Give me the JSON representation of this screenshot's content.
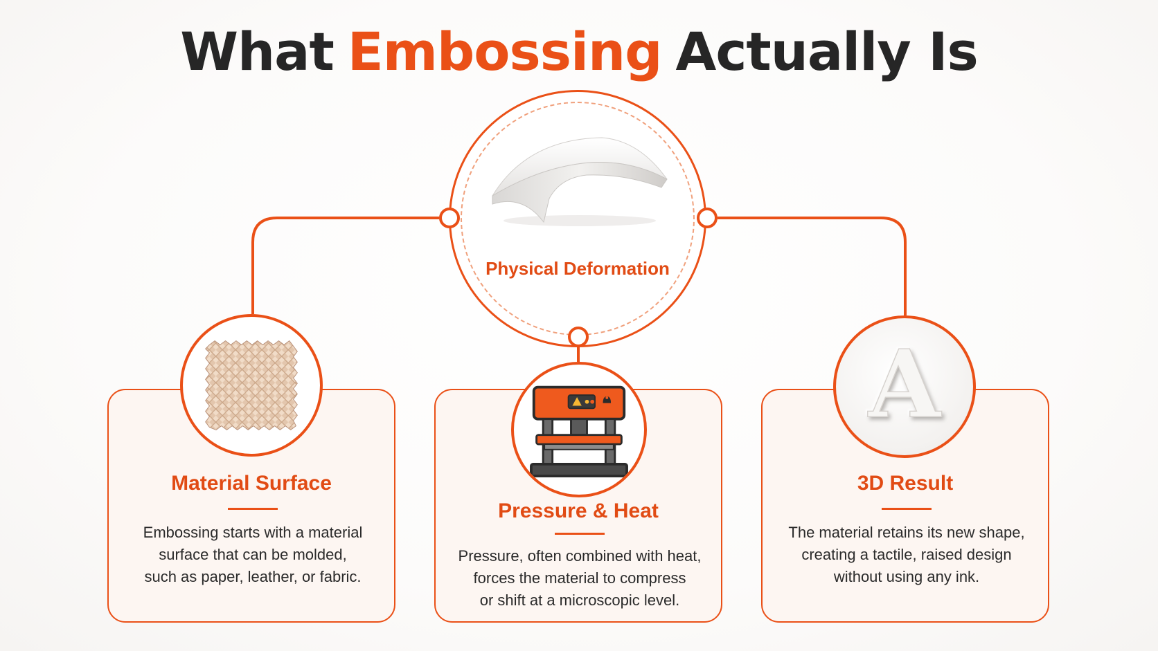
{
  "title": {
    "part1": "What",
    "part2": "Embossing",
    "part3": "Actually Is"
  },
  "hub": {
    "label": "Physical Deformation",
    "icon": "curved-embossed-sheet"
  },
  "cards": [
    {
      "title": "Material Surface",
      "icon": "woven-fabric-swatch",
      "lines": [
        "Embossing starts with a material",
        "surface that can be molded,",
        "such as paper, leather, or fabric."
      ]
    },
    {
      "title": "Pressure & Heat",
      "icon": "press-machine",
      "lines": [
        "Pressure, often combined with heat,",
        "forces the material to compress",
        "or shift at a microscopic level."
      ]
    },
    {
      "title": "3D Result",
      "icon": "embossed-letter",
      "icon_text": "A",
      "lines": [
        "The material retains its new shape,",
        "creating a tactile, raised design",
        "without using any ink."
      ]
    }
  ],
  "colors": {
    "accent": "#ea5017",
    "title_dark": "#262626",
    "card_background": "#fdf6f2",
    "body_text": "#2a2a2a"
  }
}
